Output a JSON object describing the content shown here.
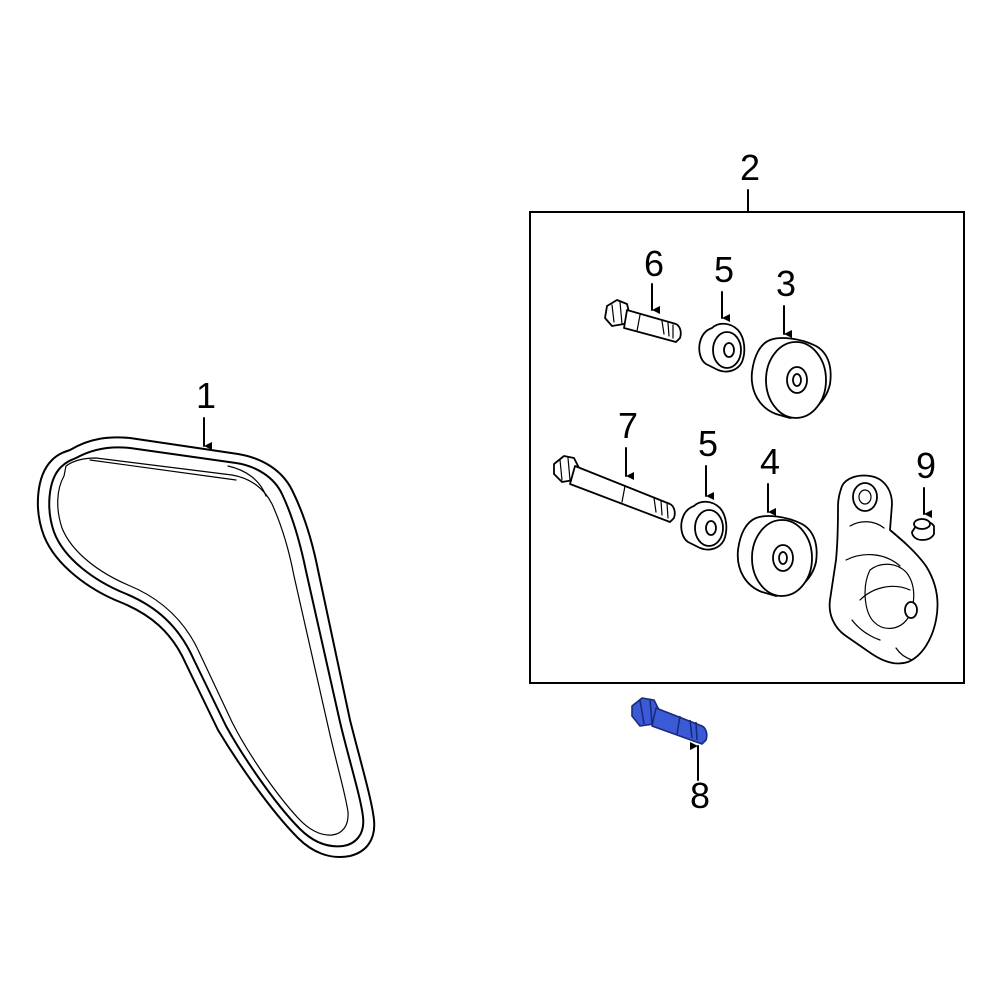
{
  "diagram": {
    "callouts": [
      {
        "id": "1",
        "text": "1"
      },
      {
        "id": "2",
        "text": "2"
      },
      {
        "id": "3",
        "text": "3"
      },
      {
        "id": "4",
        "text": "4"
      },
      {
        "id": "5a",
        "text": "5"
      },
      {
        "id": "5b",
        "text": "5"
      },
      {
        "id": "6",
        "text": "6"
      },
      {
        "id": "7",
        "text": "7"
      },
      {
        "id": "8",
        "text": "8"
      },
      {
        "id": "9",
        "text": "9"
      }
    ],
    "parts": [
      {
        "callout": "1",
        "shape": "serpentine-belt"
      },
      {
        "callout": "2",
        "shape": "tensioner-assembly-box"
      },
      {
        "callout": "3",
        "shape": "idler-pulley"
      },
      {
        "callout": "4",
        "shape": "idler-pulley"
      },
      {
        "callout": "5",
        "shape": "pulley-spacer"
      },
      {
        "callout": "6",
        "shape": "short-flange-bolt"
      },
      {
        "callout": "7",
        "shape": "long-flange-bolt"
      },
      {
        "callout": "8",
        "shape": "flange-bolt-highlighted"
      },
      {
        "callout": "9",
        "shape": "cap"
      }
    ],
    "colors": {
      "line": "#000000",
      "background": "#ffffff",
      "highlight": "#3b5bd6",
      "highlight_dark": "#1f3aa8"
    }
  }
}
